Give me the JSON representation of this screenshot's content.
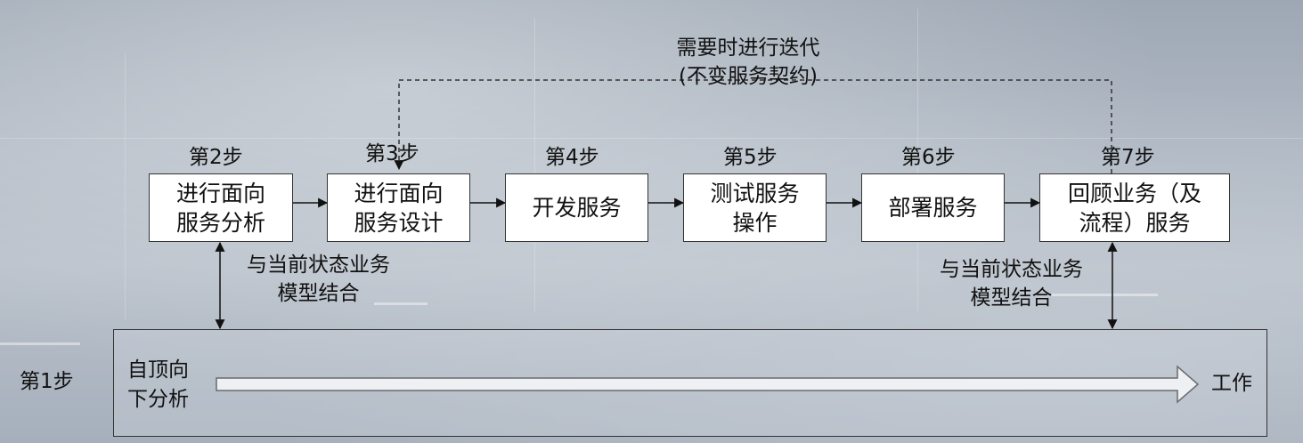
{
  "loop": {
    "line1": "需要时进行迭代",
    "line2": "(不变服务契约)"
  },
  "steps": [
    {
      "step": "第2步",
      "line1": "进行面向",
      "line2": "服务分析"
    },
    {
      "step": "第3步",
      "line1": "进行面向",
      "line2": "服务设计"
    },
    {
      "step": "第4步",
      "line1": "开发服务",
      "line2": ""
    },
    {
      "step": "第5步",
      "line1": "测试服务",
      "line2": "操作"
    },
    {
      "step": "第6步",
      "line1": "部署服务",
      "line2": ""
    },
    {
      "step": "第7步",
      "line1": "回顾业务（及",
      "line2": "流程）服务"
    }
  ],
  "combine_left": {
    "line1": "与当前状态业务",
    "line2": "模型结合"
  },
  "combine_right": {
    "line1": "与当前状态业务",
    "line2": "模型结合"
  },
  "step1": {
    "label": "第1步",
    "start_line1": "自顶向",
    "start_line2": "下分析",
    "end": "工作"
  }
}
